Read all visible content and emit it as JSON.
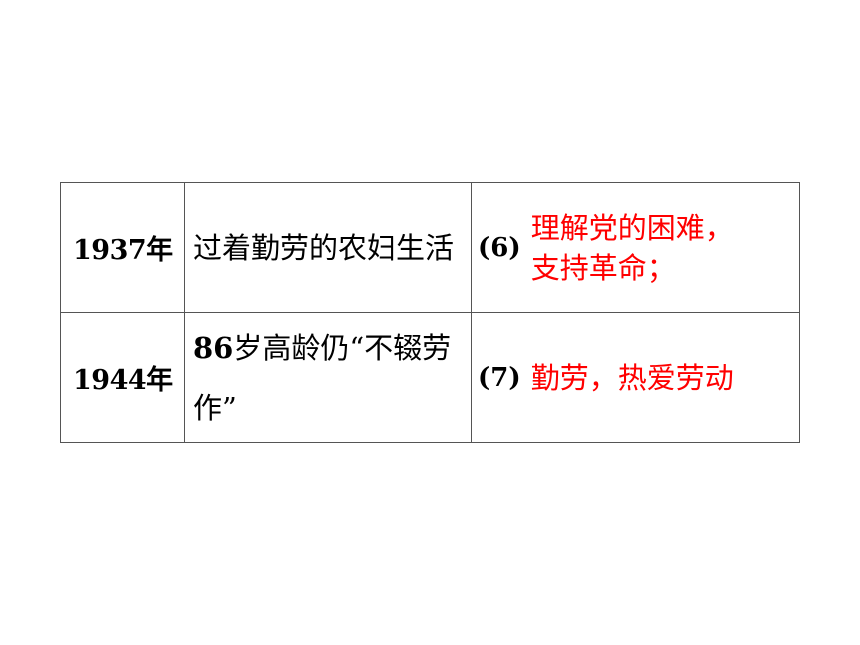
{
  "rows": [
    {
      "year": "1937年",
      "event": "过着勤劳的农妇生活",
      "question_number": "(6)",
      "answer_lines": [
        "理解党的困难，",
        "支持革命；"
      ]
    },
    {
      "year": "1944年",
      "event_num": "86",
      "event_rest": "岁高龄仍“不辍劳作”",
      "question_number": "(7)",
      "answer_lines": [
        "勤劳，热爱劳动"
      ]
    }
  ],
  "colors": {
    "answer_text": "#ff0000",
    "border": "#555555",
    "text": "#000000"
  }
}
